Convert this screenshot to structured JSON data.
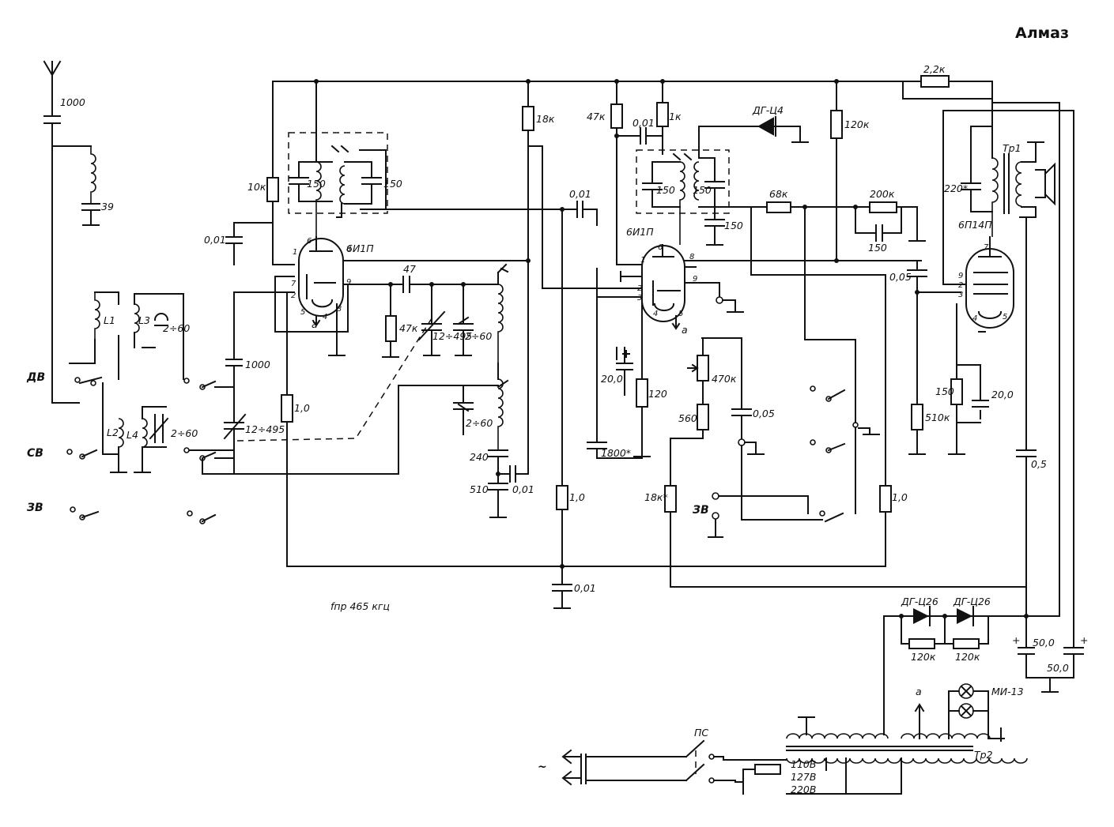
{
  "title": "Алмаз",
  "if_note": "fпр 465 кгц",
  "mains_symbol": "~",
  "bands": {
    "long": "ДВ",
    "medium": "СВ",
    "sound": "ЗВ"
  },
  "switches": {
    "power": "ПС",
    "pickup": "ЗВ"
  },
  "tubes": {
    "mixer": "6И1П",
    "if_amp": "6И1П",
    "output": "6П14П"
  },
  "diodes": {
    "detector": "ДГ-Ц4",
    "rect1": "ДГ-Ц26",
    "rect2": "ДГ-Ц26"
  },
  "lamp": "МИ-13",
  "transformers": {
    "output": "Тр1",
    "power": "Тр2"
  },
  "coils": {
    "l1": "L1",
    "l2": "L2",
    "l3": "L3",
    "l4": "L4"
  },
  "tap_a": "а",
  "pin_labels": [
    "1",
    "2",
    "3",
    "4",
    "5",
    "6",
    "7",
    "8",
    "9"
  ],
  "voltages": [
    "110В",
    "127В",
    "220В"
  ],
  "components": {
    "c_ant": "1000",
    "c_39": "39",
    "c_001_a": "0,01",
    "r_10k": "10к",
    "c_150_a": "150",
    "c_150_b": "150",
    "c_1000": "1000",
    "c_12_495_a": "12÷495",
    "c_47": "47",
    "r_47k": "47к",
    "c_12_495_b": "12÷495",
    "c_2_60_a": "2÷60",
    "c_2_60_b": "2÷60",
    "c_2_60_c": "2÷60",
    "c_2_60_d": "2÷60",
    "r_1_0_a": "1,0",
    "c_240": "240",
    "c_510": "510",
    "c_001_b": "0,01",
    "r_18k_a": "18к",
    "c_001_c": "0,01",
    "r_1_0_b": "1,0",
    "c_001_d": "0,01",
    "r_47k_b": "47к",
    "c_001_e": "0,01",
    "r_1k": "1к",
    "c_150_c": "150",
    "c_150_d": "150",
    "c_150_e": "150",
    "c_20_a": "20,0",
    "r_120": "120",
    "c_1800": "1800*",
    "r_470k": "470к",
    "r_560": "560",
    "c_005_a": "0,05",
    "r_18k_b": "18к*",
    "r_68k": "68к",
    "r_200k": "200к",
    "c_150_f": "150",
    "r_120k": "120к",
    "c_005_b": "0,05",
    "r_510k": "510к",
    "r_1_0_c": "1,0",
    "r_2_2k": "2,2к",
    "c_220": "220*",
    "r_150": "150",
    "c_20_b": "20,0",
    "c_05": "0,5",
    "r_120k_a": "120к",
    "r_120k_b": "120к",
    "c_50_a": "50,0",
    "c_50_b": "50,0"
  }
}
